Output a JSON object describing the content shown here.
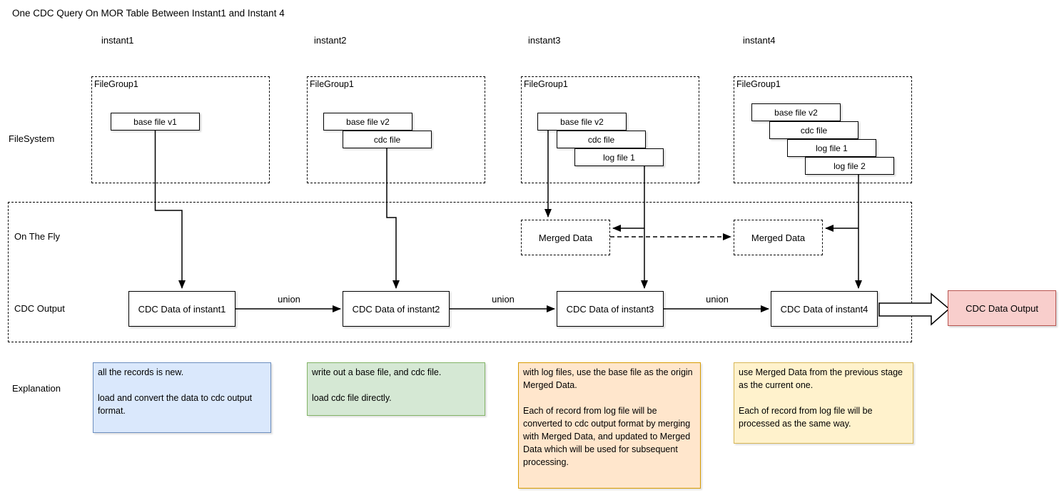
{
  "title": "One CDC Query On MOR Table Between Instant1 and Instant 4",
  "columns": {
    "c1": "instant1",
    "c2": "instant2",
    "c3": "instant3",
    "c4": "instant4"
  },
  "rows": {
    "filesystem": "FileSystem",
    "on_the_fly": "On The Fly",
    "cdc_output": "CDC Output",
    "explanation": "Explanation"
  },
  "file_groups": [
    {
      "label": "FileGroup1",
      "files": [
        "base file v1"
      ]
    },
    {
      "label": "FileGroup1",
      "files": [
        "base file v2",
        "cdc file"
      ]
    },
    {
      "label": "FileGroup1",
      "files": [
        "base file v2",
        "cdc file",
        "log file 1"
      ]
    },
    {
      "label": "FileGroup1",
      "files": [
        "base file v2",
        "cdc file",
        "log file 1",
        "log file 2"
      ]
    }
  ],
  "merged_data": {
    "instant3": "Merged Data",
    "instant4": "Merged Data"
  },
  "cdc_data": [
    "CDC Data of instant1",
    "CDC Data of instant2",
    "CDC Data of instant3",
    "CDC Data of instant4"
  ],
  "union_labels": [
    "union",
    "union",
    "union"
  ],
  "output": {
    "label": "CDC Data Output",
    "fill": "#f8cecc",
    "border": "#b85450"
  },
  "explanations": [
    {
      "text": "all the records is new.\n\nload and convert the data to cdc output format.",
      "fill": "#dae8fc",
      "border": "#6c8ebf"
    },
    {
      "text": "write out a base file, and cdc file.\n\nload cdc file directly.",
      "fill": "#d5e8d4",
      "border": "#82b366"
    },
    {
      "text": "with log files, use the base file as the origin Merged Data.\n\nEach of record from log file will be converted to cdc output format by merging with Merged Data, and updated to Merged Data which will be used for subsequent processing.",
      "fill": "#ffe6cc",
      "border": "#d79b00"
    },
    {
      "text": "use Merged Data from the previous stage as the current one.\n\nEach of record from log file will be processed as the same way.",
      "fill": "#fff2cc",
      "border": "#d6b656"
    }
  ]
}
